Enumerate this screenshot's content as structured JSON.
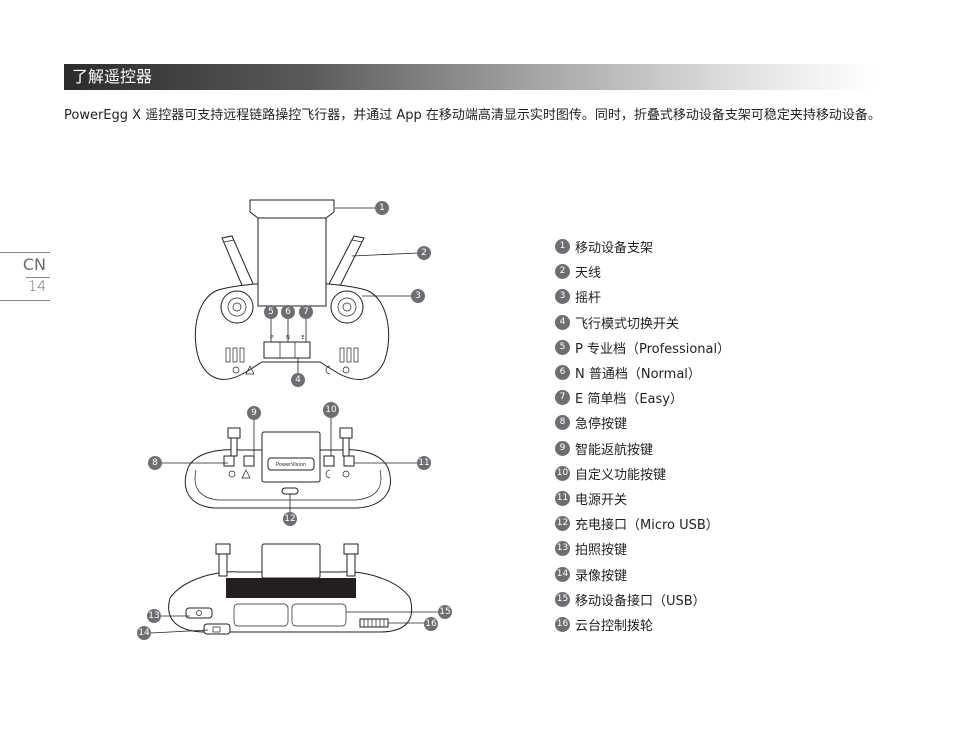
{
  "section": {
    "title": "了解遥控器"
  },
  "intro": "PowerEgg X 遥控器可支持远程链路操控飞行器，并通过 App 在移动端高清显示实时图传。同时，折叠式移动设备支架可稳定夹持移动设备。",
  "side_tab": {
    "language": "CN",
    "page_number": "14"
  },
  "diagram": {
    "switch_labels": [
      "P",
      "N",
      "E"
    ],
    "brand_label": "PowerVision",
    "callouts": [
      "1",
      "2",
      "3",
      "4",
      "5",
      "6",
      "7",
      "8",
      "9",
      "10",
      "11",
      "12",
      "13",
      "14",
      "15",
      "16"
    ]
  },
  "legend": [
    {
      "num": "1",
      "label": "移动设备支架"
    },
    {
      "num": "2",
      "label": "天线"
    },
    {
      "num": "3",
      "label": "摇杆"
    },
    {
      "num": "4",
      "label": "飞行模式切换开关"
    },
    {
      "num": "5",
      "label": "P 专业档（Professional）"
    },
    {
      "num": "6",
      "label": "N 普通档（Normal）"
    },
    {
      "num": "7",
      "label": "E 简单档（Easy）"
    },
    {
      "num": "8",
      "label": "急停按键"
    },
    {
      "num": "9",
      "label": "智能返航按键"
    },
    {
      "num": "10",
      "label": "自定义功能按键"
    },
    {
      "num": "11",
      "label": "电源开关"
    },
    {
      "num": "12",
      "label": "充电接口（Micro USB）"
    },
    {
      "num": "13",
      "label": "拍照按键"
    },
    {
      "num": "14",
      "label": "录像按键"
    },
    {
      "num": "15",
      "label": "移动设备接口（USB）"
    },
    {
      "num": "16",
      "label": "云台控制拨轮"
    }
  ],
  "colors": {
    "callout": "#6d6e71",
    "header_dark": "#2b2b2b",
    "text": "#231f20"
  }
}
